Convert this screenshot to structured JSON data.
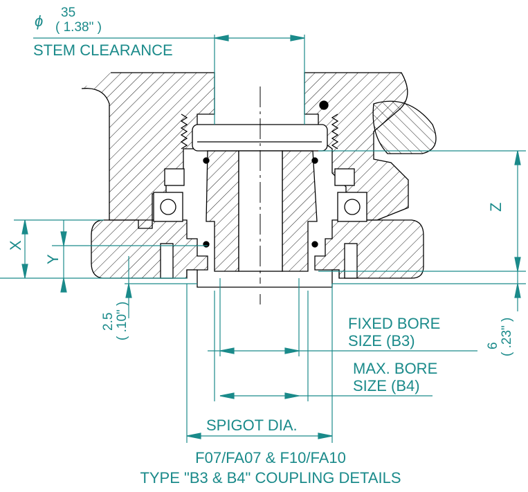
{
  "stem": {
    "symbol": "ϕ",
    "value_mm": "35",
    "value_in": "( 1.38\" )",
    "label": "STEM CLEARANCE"
  },
  "labels": {
    "z": "Z",
    "x": "X",
    "y": "Y",
    "fixed_bore_line1": "FIXED BORE",
    "fixed_bore_line2": "SIZE (B3)",
    "max_bore_line1": "MAX. BORE",
    "max_bore_line2": "SIZE (B4)",
    "spigot": "SPIGOT DIA."
  },
  "dims": {
    "left_mm": "2.5",
    "left_in": "( .10\" )",
    "right_mm": "6",
    "right_in": "( .23\" )"
  },
  "caption": {
    "line1": "F07/FA07 & F10/FA10",
    "line2": "TYPE \"B3 & B4\" COUPLING DETAILS"
  },
  "colors": {
    "dimension": "#1a8a8a",
    "drawing": "#000000"
  }
}
